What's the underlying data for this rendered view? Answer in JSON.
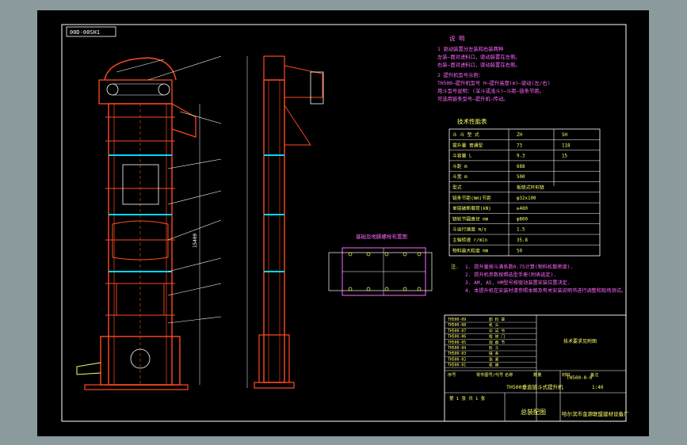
{
  "colors": {
    "background": "#000000",
    "frame": "#ffffff",
    "machine": "#ff4a20",
    "band": "#00d8ff",
    "note_text": "#ff66ff",
    "table_text": "#ffff66"
  },
  "drawing": {
    "code_box": "00D-00SH1",
    "dimension_height": "15400"
  },
  "notes": {
    "title": "说 明",
    "line1": "1  驱动装置分左装和右装两种",
    "line2": "   左装—面对进料口，驱动装置在左侧。",
    "line3": "   右装—面对进料口，驱动装置在右侧。",
    "line4": "2  提升机型号示例：",
    "line5": "   TH500—提升机型号 H—提升高度(m)—驱动(左/右)",
    "line6": "   用斗型号说明：(深斗或浅斗)—斗距—链条节距。",
    "line7": "   可选用链条型号—提升机—传动。"
  },
  "tech_table": {
    "title": "技术性能表",
    "header": [
      "斗 斗 型 式",
      "ZH",
      "SH"
    ],
    "rows": [
      [
        "提升量  普通型",
        "73",
        "118"
      ],
      [
        "斗容量 L",
        "9.3",
        "15"
      ],
      [
        "斗距 m",
        "688",
        ""
      ],
      [
        "斗宽 m",
        "500",
        ""
      ],
      [
        "型式",
        "板链式环形链",
        ""
      ],
      [
        "链条节距(mm)节距",
        "φ32x100",
        ""
      ],
      [
        "单链破断载荷(kN)",
        "≥480",
        ""
      ],
      [
        "链轮节圆直径 mm",
        "φ800",
        ""
      ],
      [
        "斗运行速度 m/s",
        "1.5",
        ""
      ],
      [
        "主轴转速 r/min",
        "35.8",
        ""
      ],
      [
        "物料最大粒度 mm",
        "50",
        ""
      ]
    ]
  },
  "remarks": {
    "label": "注.",
    "line1": "1. 提升量按斗满系数0.75计算(物料松散密度).",
    "line2": "2. 提升机参数按照选型手册(附表选定).",
    "line3": "3. AM, AS, HM型号按驱动装置安装位置决定.",
    "line4": "4. 本提升机在安装时请参照本图及有关安装说明书进行调整和现场测试。"
  },
  "detail_view": {
    "title": "基础及地脚螺栓布置图"
  },
  "title_block": {
    "parts": [
      [
        "TH500-09",
        "卸 料 罩"
      ],
      [
        "TH500-08",
        "机 头"
      ],
      [
        "TH500-07",
        "中 间 节"
      ],
      [
        "TH500-06",
        "检 修 门"
      ],
      [
        "TH500-05",
        "观 察 节"
      ],
      [
        "TH500-04",
        "料 斗"
      ],
      [
        "TH500-03",
        "链 条"
      ],
      [
        "TH500-02",
        "张 紧"
      ],
      [
        "TH500-01",
        "机 座"
      ]
    ],
    "header_cols": [
      "序号",
      "零件图号/代号",
      "名称",
      "数量",
      "材料",
      "备注"
    ],
    "product_name": "TH500垂直链斗式提升机",
    "drawing_title": "总装配图",
    "drawing_number": "TH500-0-0",
    "scale": "1:40",
    "company": "哈尔滨市金源联盟建材设备厂",
    "sheet_label": "第 1 张 共 1 张",
    "right_note": "技术要求见附图"
  }
}
